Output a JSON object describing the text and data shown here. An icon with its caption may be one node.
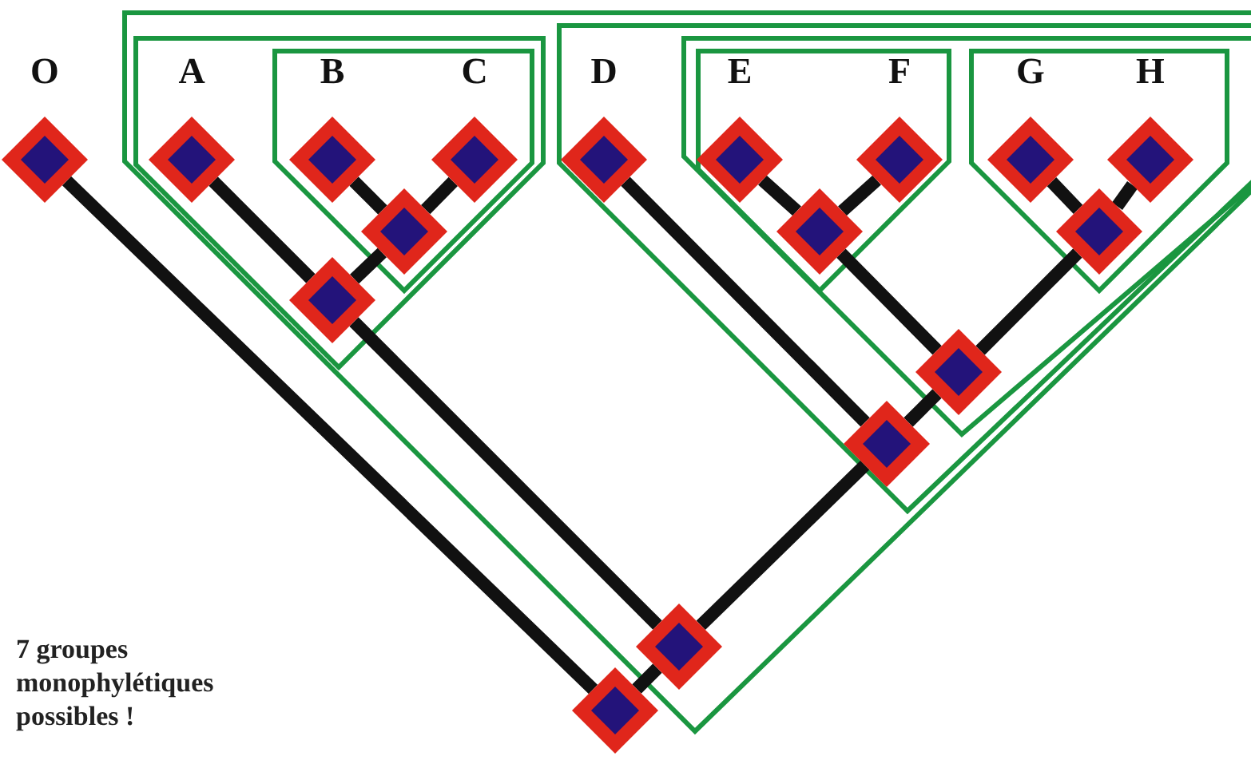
{
  "diagram": {
    "nodes": [
      {
        "text": [
          "O"
        ]
      },
      {
        "text": [
          "A"
        ]
      },
      {
        "text": [
          "B"
        ]
      },
      {
        "text": [
          "C"
        ]
      },
      {
        "text": [
          "D"
        ]
      },
      {
        "text": [
          "E"
        ]
      },
      {
        "text": [
          "F"
        ]
      },
      {
        "text": [
          "G"
        ]
      },
      {
        "text": [
          "H"
        ]
      },
      {
        "text": [],
        "shape": "diamond"
      },
      {
        "text": [],
        "shape": "diamond"
      },
      {
        "text": [],
        "shape": "diamond"
      },
      {
        "text": [],
        "shape": "diamond"
      },
      {
        "text": [],
        "shape": "diamond"
      },
      {
        "text": [],
        "shape": "diamond"
      },
      {
        "text": [],
        "shape": "diamond"
      },
      {
        "text": [],
        "shape": "diamond"
      }
    ],
    "edges": [
      {
        "from": 9,
        "to": 2,
        "arrow": "none"
      },
      {
        "from": 9,
        "to": 3,
        "arrow": "none"
      },
      {
        "from": 10,
        "to": 1,
        "arrow": "none"
      },
      {
        "from": 10,
        "to": 9,
        "arrow": "none"
      },
      {
        "from": 11,
        "to": 5,
        "arrow": "none"
      },
      {
        "from": 11,
        "to": 6,
        "arrow": "none"
      },
      {
        "from": 12,
        "to": 7,
        "arrow": "none"
      },
      {
        "from": 12,
        "to": 8,
        "arrow": "none"
      },
      {
        "from": 13,
        "to": 11,
        "arrow": "none"
      },
      {
        "from": 13,
        "to": 12,
        "arrow": "none"
      },
      {
        "from": 14,
        "to": 4,
        "arrow": "none"
      },
      {
        "from": 14,
        "to": 13,
        "arrow": "none"
      },
      {
        "from": 15,
        "to": 10,
        "arrow": "none"
      },
      {
        "from": 15,
        "to": 14,
        "arrow": "none"
      },
      {
        "from": 16,
        "to": 0,
        "arrow": "none"
      },
      {
        "from": 16,
        "to": 15,
        "arrow": "none"
      }
    ],
    "labels": [
      "7 groupes monophylétiques possibles !"
    ]
  }
}
